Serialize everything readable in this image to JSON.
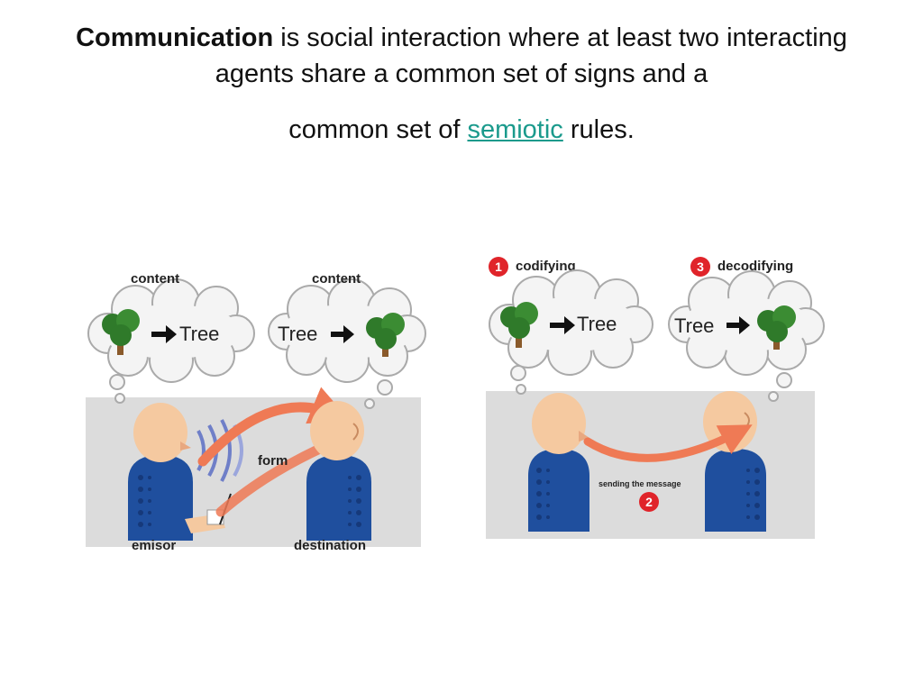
{
  "heading": {
    "term": "Communication",
    "text_a": " is social interaction where at least two interacting agents share a common set of signs and a",
    "text_b": "common set of ",
    "link_label": "semiotic",
    "text_c": " rules."
  },
  "left_panel": {
    "thought_left_label": "content",
    "thought_left_word": "Tree",
    "thought_right_label": "content",
    "thought_right_word": "Tree",
    "form_label": "form",
    "emisor_label": "emisor",
    "destination_label": "destination"
  },
  "right_panel": {
    "step1_number": "1",
    "step1_label": "codifying",
    "step3_number": "3",
    "step3_label": "decodifying",
    "thought_left_word": "Tree",
    "thought_right_word": "Tree",
    "message_label": "sending the message",
    "step2_number": "2"
  },
  "colors": {
    "panel_bg": "#dcdcdc",
    "body_blue": "#1f4f9e",
    "head_skin": "#f5c9a0",
    "arrow": "#ef7a55",
    "badge": "#e0242a",
    "tree_green": "#2f7a2a",
    "link": "#1a9a8c"
  }
}
